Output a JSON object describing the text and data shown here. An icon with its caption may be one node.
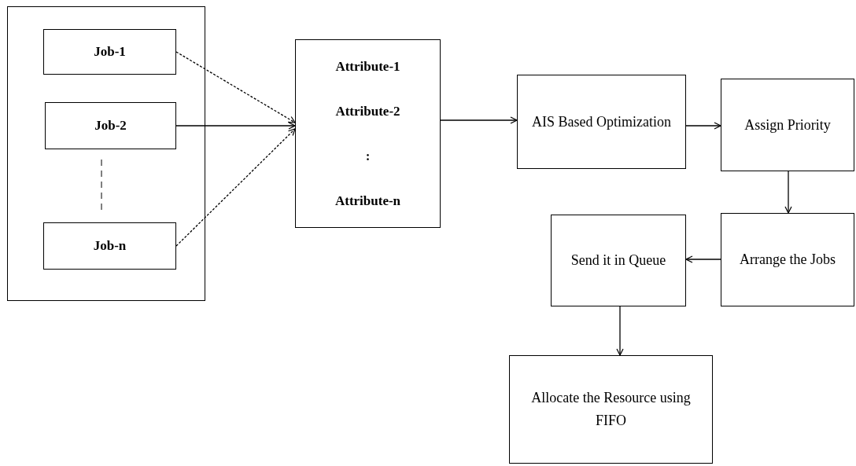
{
  "diagram": {
    "nodes": [
      {
        "text": [],
        "shape": "box"
      },
      {
        "text": [
          "Job-1"
        ],
        "in": 0
      },
      {
        "text": [
          "Job-2"
        ],
        "in": 0
      },
      {
        "text": [
          "Job-n"
        ],
        "in": 0
      },
      {
        "text": [
          "Attribute-1",
          "Attribute-2",
          ":",
          "Attribute-n"
        ]
      },
      {
        "text": [
          "AIS Based Optimization"
        ]
      },
      {
        "text": [
          "Assign Priority"
        ]
      },
      {
        "text": [
          "Arrange the Jobs"
        ]
      },
      {
        "text": [
          "Send it in Queue"
        ]
      },
      {
        "text": [
          "Allocate the Resource using FIFO"
        ]
      }
    ],
    "edges": [
      {
        "from": 1,
        "to": 4,
        "arrow": "to",
        "style": "dashed"
      },
      {
        "from": 2,
        "to": 4,
        "arrow": "to"
      },
      {
        "from": 3,
        "to": 4,
        "arrow": "to",
        "style": "dashed"
      },
      {
        "from": 4,
        "to": 5,
        "arrow": "to"
      },
      {
        "from": 5,
        "to": 6,
        "arrow": "to"
      },
      {
        "from": 6,
        "to": 7,
        "arrow": "to"
      },
      {
        "from": 7,
        "to": 8,
        "arrow": "to"
      },
      {
        "from": 8,
        "to": 9,
        "arrow": "to"
      }
    ]
  }
}
